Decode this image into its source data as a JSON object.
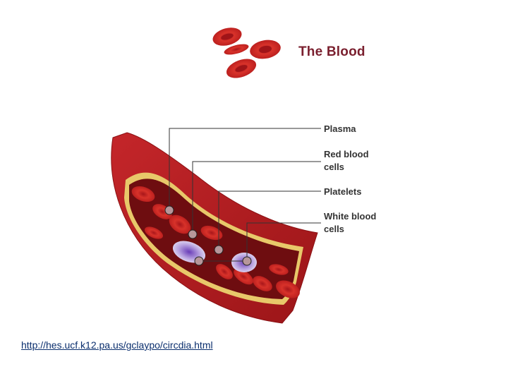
{
  "title": "The Blood",
  "labels": {
    "plasma": "Plasma",
    "red_cells_line1": "Red blood",
    "red_cells_line2": "cells",
    "platelets": "Platelets",
    "white_cells_line1": "White blood",
    "white_cells_line2": "cells"
  },
  "source_url": "http://hes.ucf.k12.pa.us/gclaypo/circdia.html",
  "colors": {
    "title": "#7a1f2e",
    "vessel_outer": "#b01e23",
    "vessel_inner": "#6e0d10",
    "fat_layer": "#e8c86a",
    "red_cell": "#d42a24",
    "white_cell": "#8e6fc4",
    "pointer_line": "#333333"
  }
}
